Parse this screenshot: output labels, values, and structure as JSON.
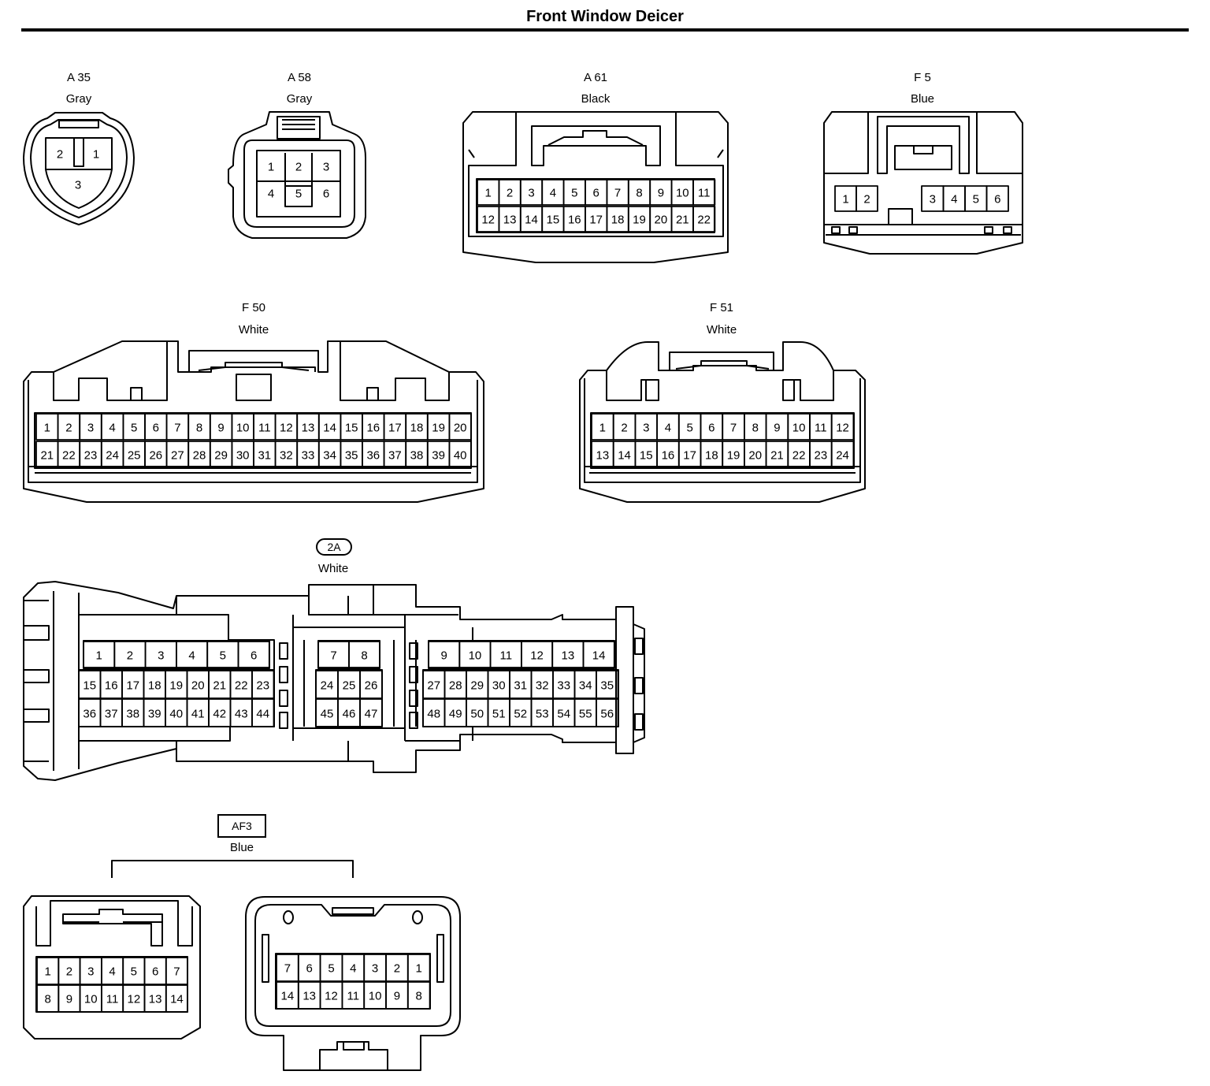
{
  "title": "Front Window Deicer",
  "connectors": [
    {
      "id": "A 35",
      "color": "Gray",
      "pins": [
        "1",
        "2",
        "3"
      ]
    },
    {
      "id": "A 58",
      "color": "Gray",
      "pins": [
        "1",
        "2",
        "3",
        "4",
        "5",
        "6"
      ]
    },
    {
      "id": "A 61",
      "color": "Black",
      "pins": [
        "1",
        "2",
        "3",
        "4",
        "5",
        "6",
        "7",
        "8",
        "9",
        "10",
        "11",
        "12",
        "13",
        "14",
        "15",
        "16",
        "17",
        "18",
        "19",
        "20",
        "21",
        "22"
      ]
    },
    {
      "id": "F 5",
      "color": "Blue",
      "pins": [
        "1",
        "2",
        "3",
        "4",
        "5",
        "6"
      ]
    },
    {
      "id": "F 50",
      "color": "White",
      "pins": [
        "1",
        "2",
        "3",
        "4",
        "5",
        "6",
        "7",
        "8",
        "9",
        "10",
        "11",
        "12",
        "13",
        "14",
        "15",
        "16",
        "17",
        "18",
        "19",
        "20",
        "21",
        "22",
        "23",
        "24",
        "25",
        "26",
        "27",
        "28",
        "29",
        "30",
        "31",
        "32",
        "33",
        "34",
        "35",
        "36",
        "37",
        "38",
        "39",
        "40"
      ]
    },
    {
      "id": "F 51",
      "color": "White",
      "pins": [
        "1",
        "2",
        "3",
        "4",
        "5",
        "6",
        "7",
        "8",
        "9",
        "10",
        "11",
        "12",
        "13",
        "14",
        "15",
        "16",
        "17",
        "18",
        "19",
        "20",
        "21",
        "22",
        "23",
        "24"
      ]
    },
    {
      "id": "2A",
      "color": "White",
      "pins": [
        "1",
        "2",
        "3",
        "4",
        "5",
        "6",
        "7",
        "8",
        "9",
        "10",
        "11",
        "12",
        "13",
        "14",
        "15",
        "16",
        "17",
        "18",
        "19",
        "20",
        "21",
        "22",
        "23",
        "24",
        "25",
        "26",
        "27",
        "28",
        "29",
        "30",
        "31",
        "32",
        "33",
        "34",
        "35",
        "36",
        "37",
        "38",
        "39",
        "40",
        "41",
        "42",
        "43",
        "44",
        "45",
        "46",
        "47",
        "48",
        "49",
        "50",
        "51",
        "52",
        "53",
        "54",
        "55",
        "56"
      ]
    },
    {
      "id": "AF3",
      "color": "Blue",
      "pins": [
        "1",
        "2",
        "3",
        "4",
        "5",
        "6",
        "7",
        "8",
        "9",
        "10",
        "11",
        "12",
        "13",
        "14"
      ]
    }
  ]
}
